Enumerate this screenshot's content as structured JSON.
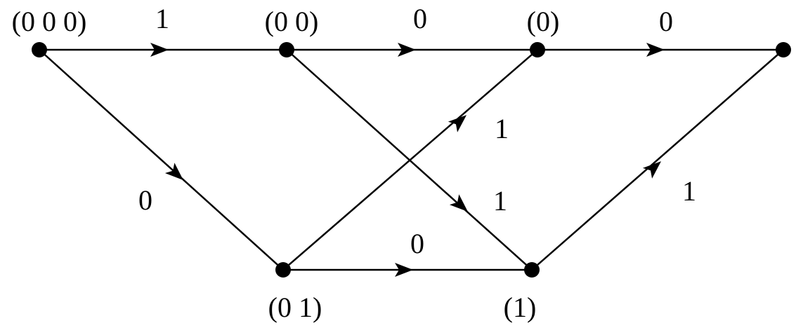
{
  "nodes": {
    "n000": {
      "label": "(0 0 0)"
    },
    "n00": {
      "label": "(0 0)"
    },
    "n0": {
      "label": "(0)"
    },
    "end": {
      "label": ""
    },
    "n01": {
      "label": "(0 1)"
    },
    "n1": {
      "label": "(1)"
    }
  },
  "edges": {
    "e_000_00": {
      "label": "1"
    },
    "e_00_0": {
      "label": "0"
    },
    "e_0_end": {
      "label": "0"
    },
    "e_000_01": {
      "label": "0"
    },
    "e_01_0": {
      "label": "1"
    },
    "e_00_1": {
      "label": "1"
    },
    "e_01_1": {
      "label": "0"
    },
    "e_1_end": {
      "label": "1"
    }
  }
}
